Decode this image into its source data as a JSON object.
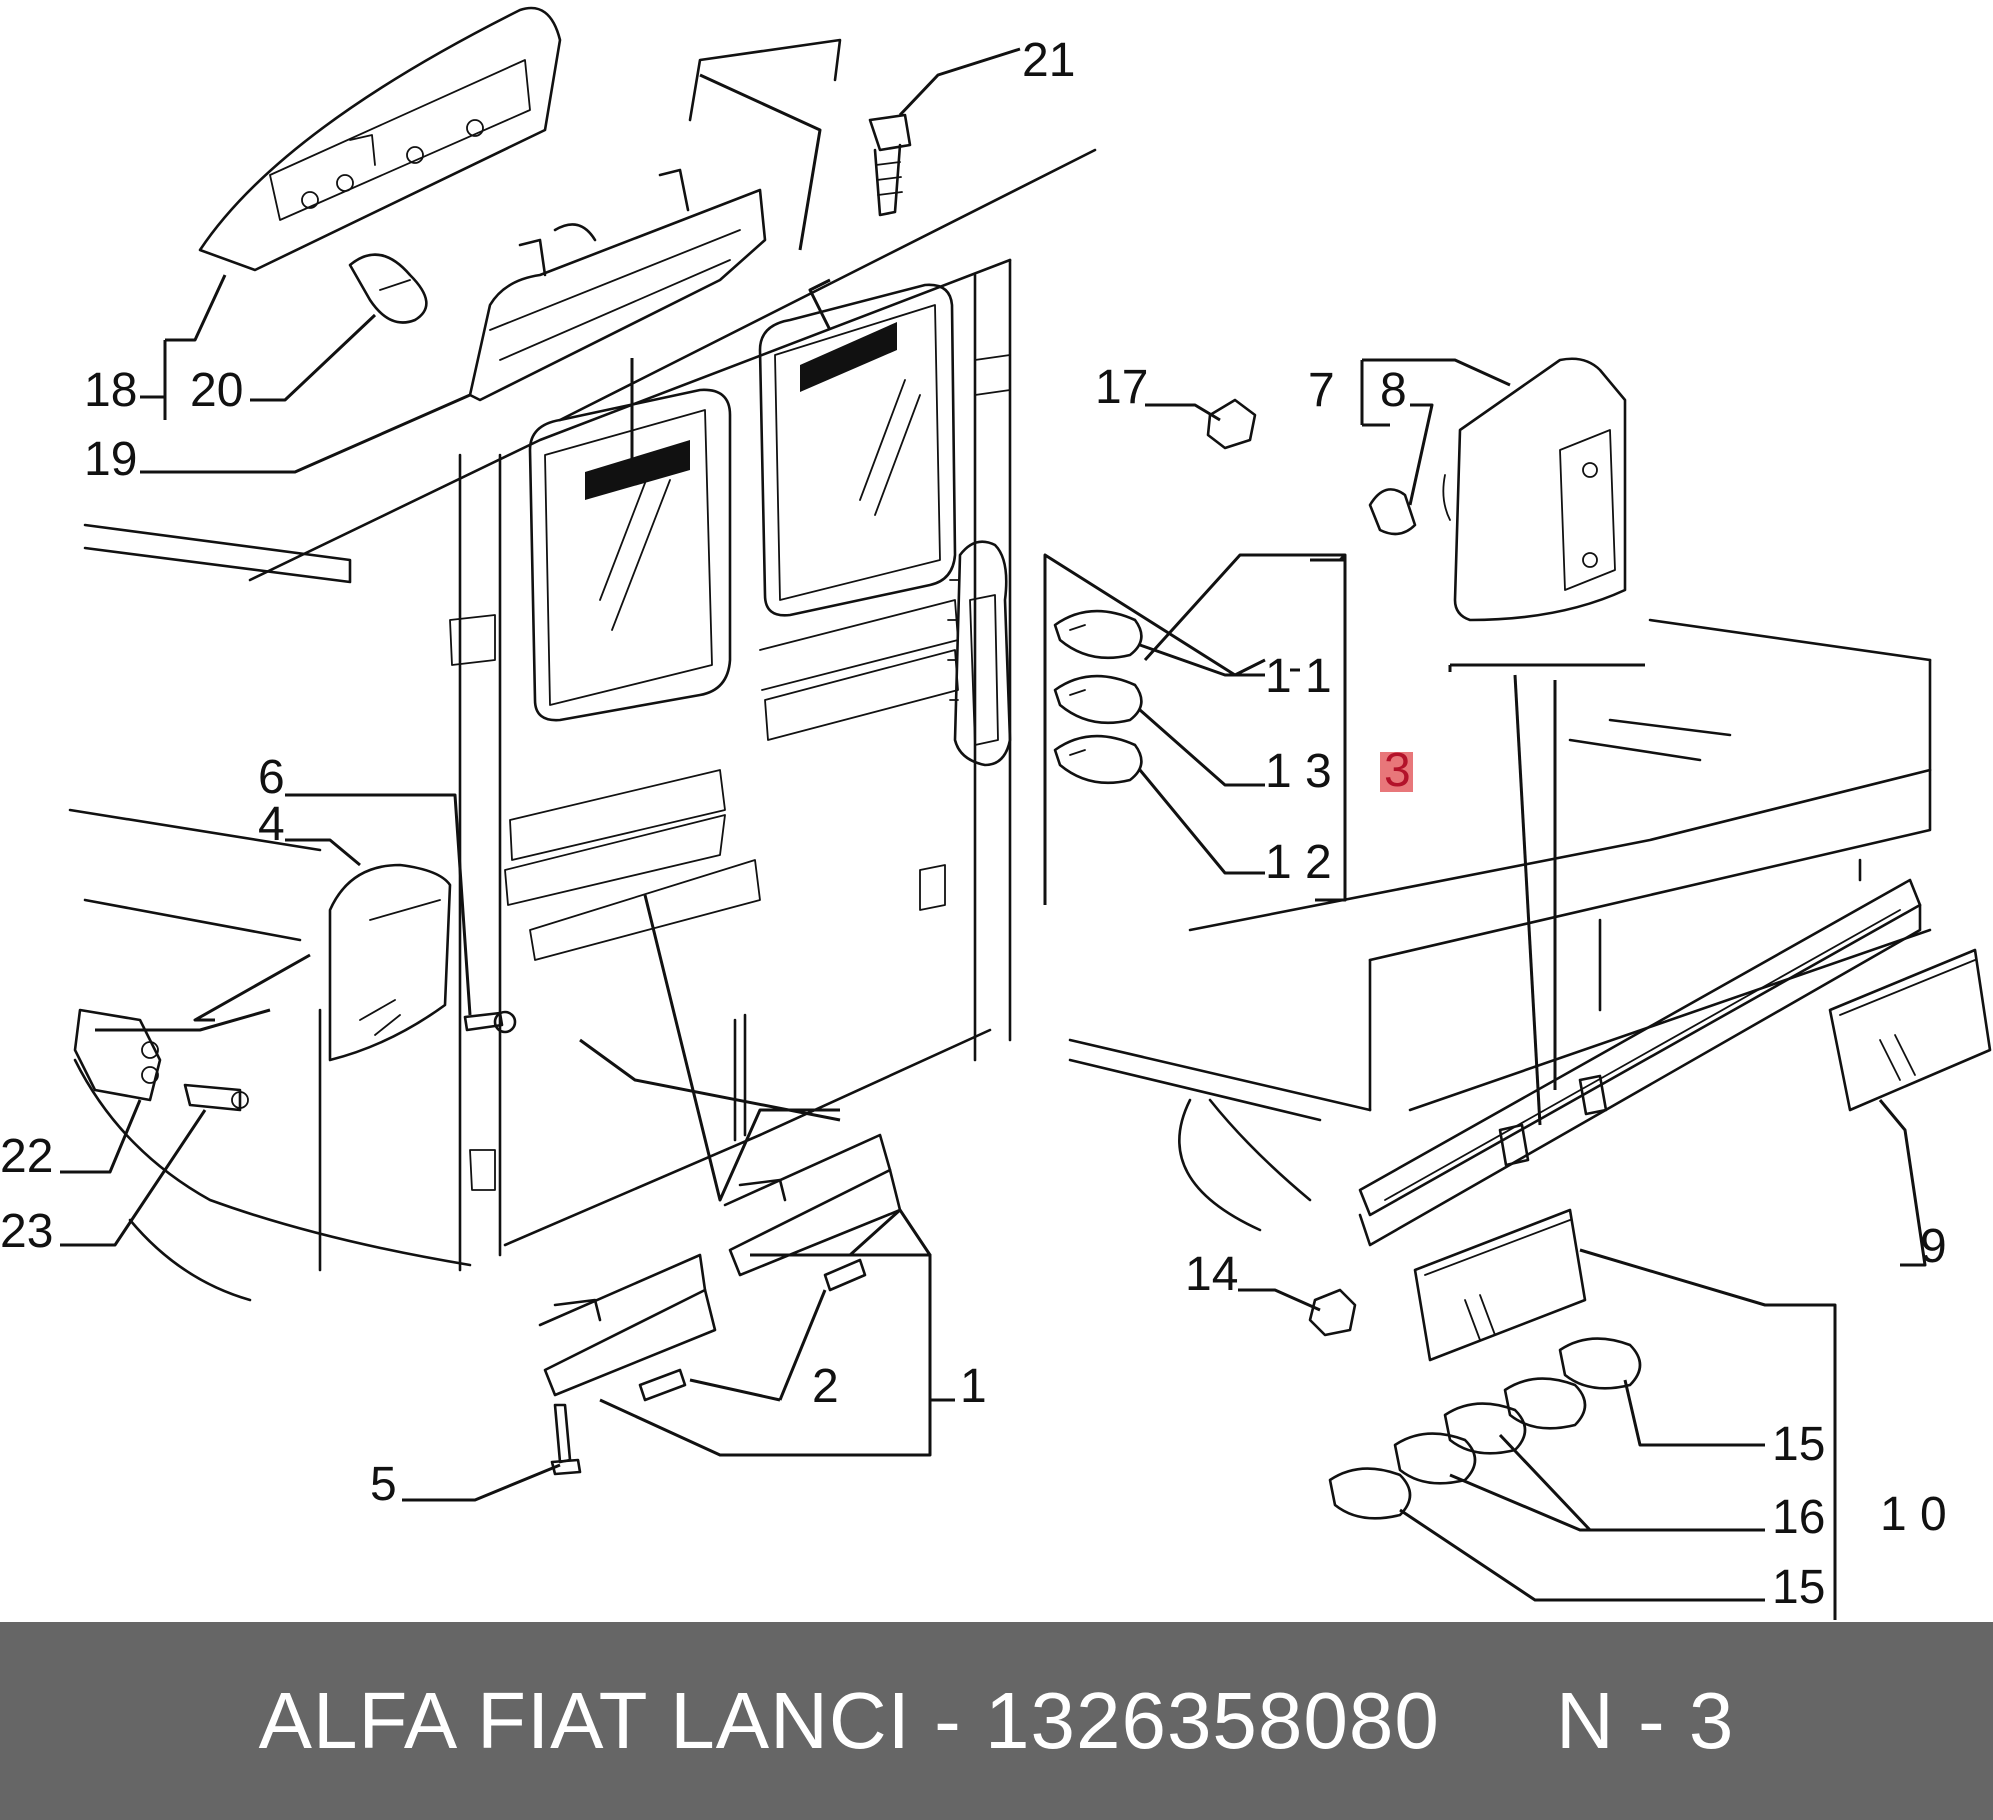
{
  "colors": {
    "line": "#111111",
    "footer_bg": "#666666",
    "footer_text": "#ffffff",
    "highlight_bg": "#e8777a",
    "highlight_text": "#b3122a"
  },
  "callouts": {
    "c1": "1",
    "c2": "2",
    "c3": "3",
    "c4": "4",
    "c5": "5",
    "c6": "6",
    "c7": "7",
    "c8": "8",
    "c9": "9",
    "c10": "1 0",
    "c11": "1 1",
    "c12": "1 2",
    "c13": "1 3",
    "c14": "14",
    "c15a": "15",
    "c15b": "15",
    "c16": "16",
    "c17": "17",
    "c18": "18",
    "c19": "19",
    "c20": "20",
    "c21": "21",
    "c22": "22",
    "c23": "23"
  },
  "highlighted_callout": "c3",
  "footer": {
    "text": "ALFA FIAT LANCI - 1326358080     N - 3"
  }
}
